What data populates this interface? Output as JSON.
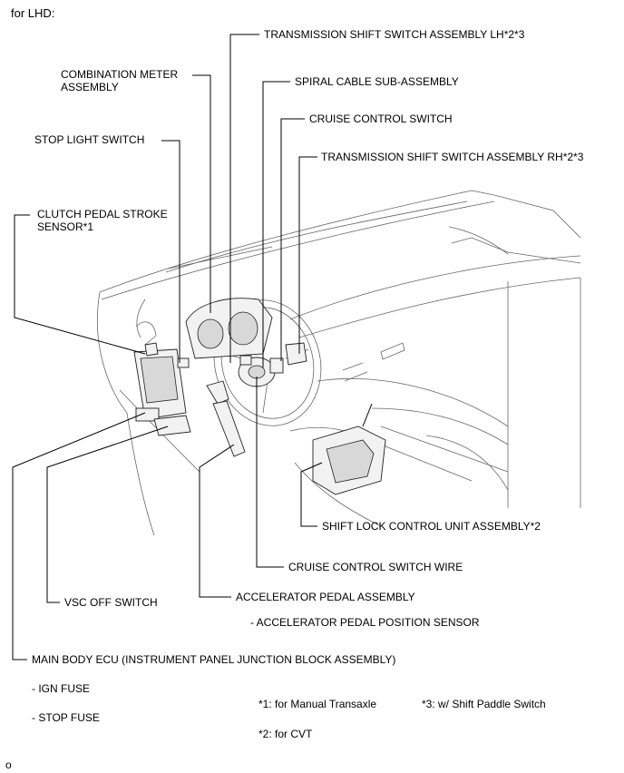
{
  "heading": "for LHD:",
  "labels": {
    "trans_lh": "TRANSMISSION SHIFT SWITCH ASSEMBLY LH*2*3",
    "combo_meter_1": "COMBINATION METER",
    "combo_meter_2": "ASSEMBLY",
    "spiral_cable": "SPIRAL CABLE SUB-ASSEMBLY",
    "cruise_switch": "CRUISE CONTROL SWITCH",
    "stop_light": "STOP LIGHT SWITCH",
    "trans_rh": "TRANSMISSION SHIFT SWITCH ASSEMBLY RH*2*3",
    "clutch_1": "CLUTCH PEDAL STROKE",
    "clutch_2": "SENSOR*1",
    "shift_lock": "SHIFT LOCK CONTROL UNIT ASSEMBLY*2",
    "cruise_wire": "CRUISE CONTROL SWITCH WIRE",
    "vsc_off": "VSC OFF SWITCH",
    "accel_pedal": "ACCELERATOR PEDAL ASSEMBLY",
    "accel_sensor": "- ACCELERATOR PEDAL POSITION SENSOR",
    "main_ecu": "MAIN BODY ECU (INSTRUMENT PANEL JUNCTION BLOCK ASSEMBLY)",
    "ign_fuse": "- IGN FUSE",
    "stop_fuse": "- STOP FUSE"
  },
  "notes": {
    "n1": "*1: for Manual Transaxle",
    "n2": "*2: for CVT",
    "n3": "*3: w/ Shift Paddle Switch"
  },
  "footer": "o"
}
